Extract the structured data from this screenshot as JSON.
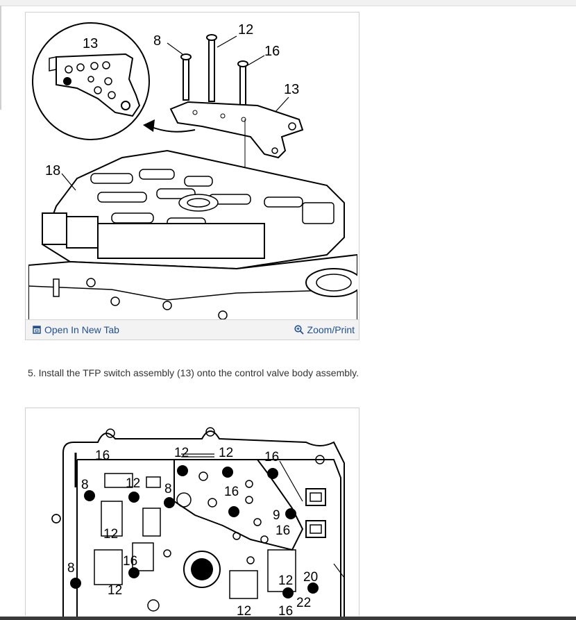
{
  "figure1": {
    "callouts": [
      "13",
      "8",
      "12",
      "16",
      "13",
      "18"
    ],
    "open_tab_label": "Open In New Tab",
    "zoom_label": "Zoom/Print",
    "open_icon": "open-in-new-tab-icon",
    "zoom_icon": "magnifier-zoom-icon"
  },
  "step5": {
    "text": "5. Install the TFP switch assembly (13) onto the control valve body assembly."
  },
  "figure2": {
    "callouts": [
      "16",
      "12",
      "12",
      "16",
      "8",
      "12",
      "8",
      "16",
      "9",
      "16",
      "12",
      "16",
      "8",
      "12",
      "12",
      "20",
      "22",
      "12",
      "16"
    ]
  },
  "colors": {
    "link": "#1f4f95",
    "figure_border": "#cfcfcf",
    "body_text": "#333333"
  }
}
